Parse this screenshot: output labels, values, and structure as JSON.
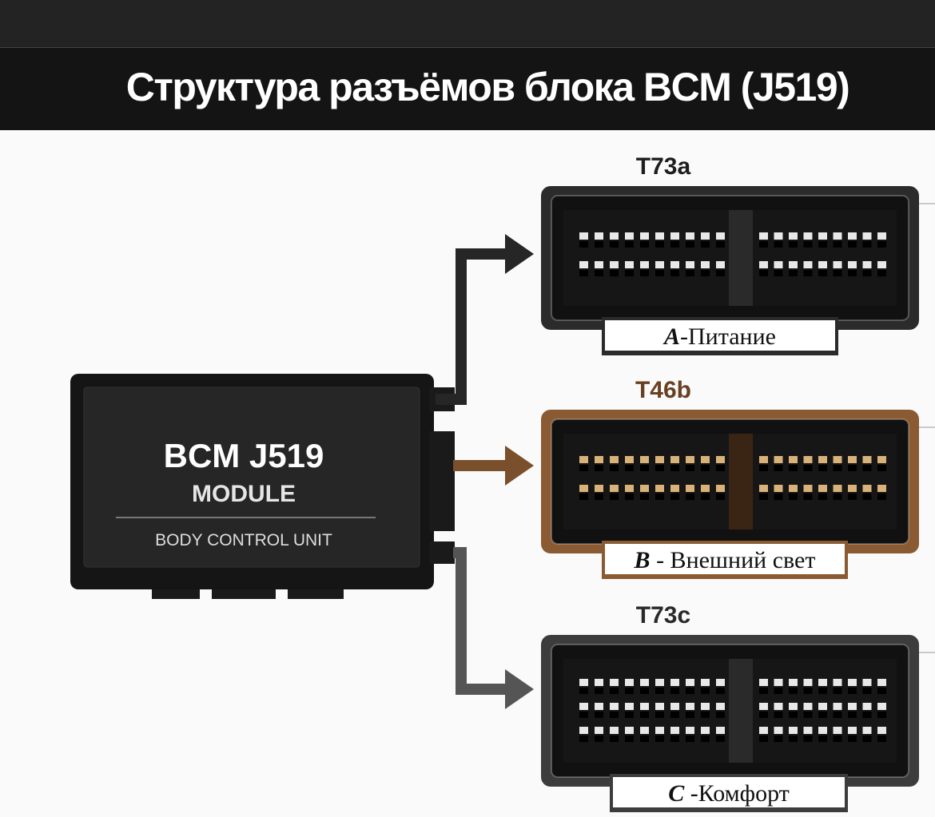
{
  "title": "Структура разъёмов блока BCM (J519)",
  "module": {
    "name": "BCM J519",
    "subtitle": "MODULE",
    "caption": "BODY CONTROL UNIT"
  },
  "connectors": [
    {
      "id": "T73a",
      "letter": "A",
      "label": "-Питание",
      "color": "#2b2b2b",
      "arrow_color": "#262626",
      "id_color": "#1e1e1e",
      "pin_rows": 2
    },
    {
      "id": "T46b",
      "letter": "B",
      "label": " - Внешний свет",
      "color": "#8a5a32",
      "arrow_color": "#7a4f2c",
      "id_color": "#6a4023",
      "pin_rows": 2
    },
    {
      "id": "T73c",
      "letter": "C",
      "label": " -Комфорт",
      "color": "#3c3c3c",
      "arrow_color": "#555555",
      "id_color": "#2a2a2a",
      "pin_rows": 3
    }
  ]
}
